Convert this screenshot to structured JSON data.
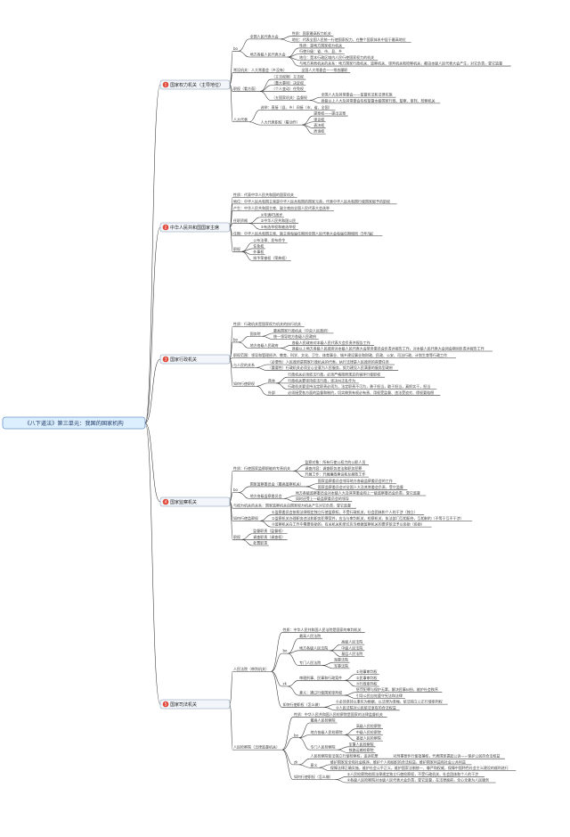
{
  "root": {
    "label": "《八下道法》第三单元：我国的国家机构",
    "fill": "#dcefff",
    "border": "#6b95c8"
  },
  "branch_badge_color": "#e14a3b",
  "branch_fill": "#f2f6fb",
  "line_color": "#333333",
  "branches": [
    {
      "number": "1",
      "label": "国家权力机关（主导地位）",
      "nodes": [
        {
          "label": "bo",
          "children": [
            {
              "label": "全国人民代表大会",
              "children": [
                {
                  "label": "性质：国家最高权力机关"
                },
                {
                  "label": "地位：代表全国人民统一行使国家权力，在整个国家体系中居于最高地位"
                }
              ]
            },
            {
              "label": "地方各级人民代表大会",
              "children": [
                {
                  "label": "性质：是地方国家权力机关"
                },
                {
                  "label": "行使分级：省、市、县、乡"
                },
                {
                  "label": "地位：是本行政区域内人民行使国家权力的机关"
                },
                {
                  "label": "与地方其他机关的关系：地方国家行政机关、监察机关、审判机关和检察机关，都由本级人民代表大会产生，对它负责，受它监督"
                }
              ]
            }
          ]
        },
        {
          "label": "常设机关：人大常委会（乡没有）",
          "children": [
            {
              "label": "全国人大常委会——常态履职"
            }
          ]
        },
        {
          "label": "职权（看方面）",
          "children": [
            {
              "label": "（立法权限）立法权"
            },
            {
              "label": "（重大事项）决定权"
            },
            {
              "label": "（个人变动）任免权"
            },
            {
              "label": "（五国家机关）监督权",
              "children": [
                {
                  "label": "全国人大及其常委会——监督宪法和法律实施"
                },
                {
                  "label": "县级以上人大及其常委会有权监督本级国家行政、监察、审判、检察机关"
                }
              ]
            }
          ]
        },
        {
          "label": "人大代表",
          "children": [
            {
              "label": "选举：直接（县、乡）间接（市、省、全国）"
            },
            {
              "label": "人大代表职权（看动作）",
              "children": [
                {
                  "label": "提案权——提出议案"
                },
                {
                  "label": "审议权"
                },
                {
                  "label": "表决权"
                },
                {
                  "label": "质询权"
                }
              ]
            }
          ]
        }
      ]
    },
    {
      "number": "2",
      "label": "中华人民共和国国家主席",
      "nodes": [
        {
          "label": "性质：代表中华人民共和国的国家机关"
        },
        {
          "label": "地位：中华人民共和国主席是中华人民共和国的国家元首，代表中华人民共和国行使国家赋予的职权"
        },
        {
          "label": "产生：中华人民共和国主席、副主席由全国人民代表大会选举"
        },
        {
          "label": "任职资格",
          "children": [
            {
              "label": "①年满45周岁"
            },
            {
              "label": "②中华人民共和国公民"
            },
            {
              "label": "③有选举权和被选举权"
            }
          ]
        },
        {
          "label": "任期：中华人民共和国主席、副主席每届任期同全国人民代表大会每届任期相同（5年/届）"
        },
        {
          "label": "职权",
          "children": [
            {
              "label": "公布法律、发布命令"
            },
            {
              "label": "任免权"
            },
            {
              "label": "外事权"
            },
            {
              "label": "授予荣誉权（荣典权）"
            }
          ]
        }
      ]
    },
    {
      "number": "3",
      "label": "国家行政机关",
      "nodes": [
        {
          "label": "性质：行政机关是国家权力机关的执行机关"
        },
        {
          "label": "bo",
          "children": [
            {
              "label": "国务院",
              "children": [
                {
                  "label": "最高国家行政机关（中央人民政府）"
                },
                {
                  "label": "统一领导地方各级人民政府"
                }
              ]
            },
            {
              "label": "地方各级人民政府",
              "children": [
                {
                  "label": "各级人民政府对本级人民代表大会负责并报告工作"
                },
                {
                  "label": "县级以上地方各级人民政府对本级人民代表大会常务委员会负责并报告工作，对本级人民代表大会闭会期间负责并报告工作"
                }
              ]
            }
          ]
        },
        {
          "label": "职权范围：领导和管理经济、教育、科学、文化、卫生、体育事业、城乡建设事业和财政、民政、公安、司法行政、计划生育等行政工作"
        },
        {
          "label": "与人民的关系",
          "children": [
            {
              "label": "（必要性）人民政府是国家行政机关的代表，执行法律是人民政府的首要任务"
            },
            {
              "label": "（重要性）行政机关必须全心全意为人民服务，努力建设人民满意的服务型政府"
            }
          ]
        },
        {
          "label": "如何行使职权",
          "children": [
            {
              "label": "具体",
              "children": [
                {
                  "label": "行政机关必须依法行政，必须严格按照规定的程序行使职权"
                },
                {
                  "label": "行政机关要坚持依法行政，坚决纠正乱作为"
                },
                {
                  "label": "行政机关要坚持法定职责必须为，法定职责不可为，勇于担当，敢于担当，真抓实干，担当"
                }
              ]
            },
            {
              "label": "外部",
              "children": [
                {
                  "label": "必须接受各方面的监督和制约，切实做到有权必有责、用权受监督、违法受追究、侵权要赔偿"
                }
              ]
            }
          ]
        }
      ]
    },
    {
      "number": "4",
      "label": "国家监察机关",
      "nodes": [
        {
          "label": "性质：行使国家监察职能的专责机关",
          "children": [
            {
              "label": "监察对象：所有行使公权力的公职人员"
            },
            {
              "label": "调查内容：调查职务违法和职务犯罪"
            },
            {
              "label": "开展工作：开展廉政建设和反腐败工作"
            }
          ]
        },
        {
          "label": "bo",
          "children": [
            {
              "label": "国家监察委员会（最高监察机关）",
              "children": [
                {
                  "label": "国家监察委员会领导地方各级监察委员会的工作"
                },
                {
                  "label": "国家监察委员会对全国人大及其常委会负责，受它监督"
                }
              ]
            },
            {
              "label": "地方各级监察委员会",
              "children": [
                {
                  "label": "地方各级监察委员会对本级人大及其常委会和上一级监察委员会负责，受它监督"
                },
                {
                  "label": "同时还受上一级监察委员会的领导"
                }
              ]
            }
          ]
        },
        {
          "label": "与权力机关的关系：国家监察机关由国家权力机关产生对它负责，受它监督"
        },
        {
          "label": "如何行使监察权",
          "children": [
            {
              "label": "①监察委员会依照法律规定独立行使监察权，不受行政机关、社会团体和个人的干涉（独立）"
            },
            {
              "label": "②监察机关办理职务违法和职务犯罪案件，应当与审判机关、检察机关、执法部门互相配合，互相制约（不等于互不干涉）"
            },
            {
              "label": "③监察机关在工作中需要协助的，有关机关和单位应当根据监察机关的要求依法予以协助（协助）"
            }
          ]
        },
        {
          "label": "职权",
          "children": [
            {
              "label": "监督职责（监督权）"
            },
            {
              "label": "调查职责（调查权）"
            },
            {
              "label": "处置职责"
            }
          ]
        }
      ]
    },
    {
      "number": "5",
      "label": "国家司法机关",
      "nodes": [
        {
          "label": "人民法院（审判机关）",
          "children": [
            {
              "label": "性质：中华人民共和国人民法院是国家的审判机关"
            },
            {
              "label": "bo",
              "children": [
                {
                  "label": "最高人民法院"
                },
                {
                  "label": "地方各级人民法院",
                  "children": [
                    {
                      "label": "高级人民法院"
                    },
                    {
                      "label": "中级人民法院"
                    },
                    {
                      "label": "基层人民法院"
                    }
                  ]
                },
                {
                  "label": "专门人民法院",
                  "children": [
                    {
                      "label": "海事法院"
                    },
                    {
                      "label": "军事法院"
                    }
                  ]
                }
              ]
            },
            {
              "label": "zk",
              "children": [
                {
                  "label": "审理刑事、民事和行政案件",
                  "children": [
                    {
                      "label": "①刑事审判权"
                    },
                    {
                      "label": "②民事审判权"
                    },
                    {
                      "label": "③行政审判权"
                    }
                  ]
                },
                {
                  "label": "意义：通过行使国家审判权",
                  "children": [
                    {
                      "label": "惩罚犯罪与保护无辜，解决民事纠纷，维护社会秩序"
                    },
                    {
                      "label": "引导公民自觉遵守宪法和法律"
                    }
                  ]
                }
              ]
            },
            {
              "label": "如何行使职权（怎么做）",
              "children": [
                {
                  "label": "①必须坚持以事实为根据，以法律为准绳，依法独立公正行使审判权"
                },
                {
                  "label": "②人民法院对公民依法享有的合法权益"
                }
              ]
            }
          ]
        },
        {
          "label": "人民检察院（法律监督机关）",
          "children": [
            {
              "label": "性质：中华人民共和国人民检察院是国家的法律监督机关"
            },
            {
              "label": "bo",
              "children": [
                {
                  "label": "最高人民检察院"
                },
                {
                  "label": "地方各级人民检察院",
                  "children": [
                    {
                      "label": "高级人民检察院"
                    },
                    {
                      "label": "中级人民检察院"
                    },
                    {
                      "label": "基层人民检察院"
                    }
                  ]
                },
                {
                  "label": "专门人民检察院",
                  "children": [
                    {
                      "label": "军事人民检察院"
                    },
                    {
                      "label": "铁路运输检察院"
                    }
                  ]
                }
              ]
            },
            {
              "label": "zk",
              "children": [
                {
                  "label": "人民检察院依法独立行使检察权，追诉犯罪",
                  "children": [
                    {
                      "label": "对刑事案件行使批捕权，代表国家提起公诉——保护公民的合法权益"
                    }
                  ]
                },
                {
                  "label": "意义",
                  "children": [
                    {
                      "label": "维护国家安全和社会秩序，维护个人和组织的合法权益，维护国家利益和社会公共利益"
                    },
                    {
                      "label": "保障法律正确实施，维护社会公平正义，维护国家法制统一、尊严和权威，保障中国特色社会主义建设的顺利进行"
                    }
                  ]
                }
              ]
            },
            {
              "label": "如何行使职权（怎么做）",
              "children": [
                {
                  "label": "①人民检察院依照法律规定独立行使检察权，不受行政机关、社会团体和个人的干涉"
                },
                {
                  "label": "②各级人民检察院对本级人民代表大会负责，受它监督，在法律面前，全心全意为人民服务"
                }
              ]
            }
          ]
        }
      ]
    }
  ]
}
